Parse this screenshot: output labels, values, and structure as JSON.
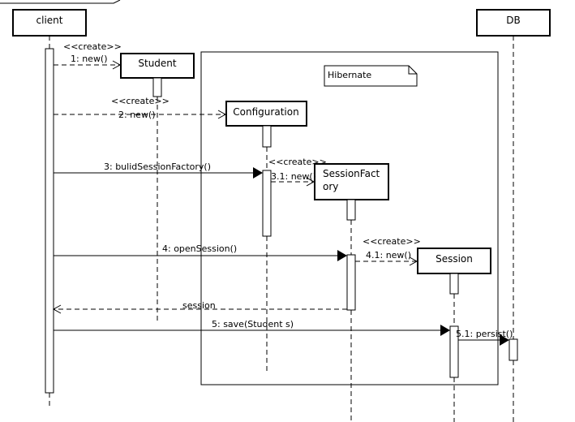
{
  "lifelines": {
    "client": "client",
    "db": "DB",
    "student": "Student",
    "configuration": "Configuration",
    "session_factory_line1": "SessionFact",
    "session_factory_line2": "ory",
    "session": "Session"
  },
  "frame": {
    "note": "Hibernate"
  },
  "messages": {
    "create_student_stereo": "<<create>>",
    "create_student": "1: new()",
    "create_config_stereo": "<<create>>",
    "create_config": "2: new()",
    "build_factory": "3: bulidSessionFactory()",
    "create_factory_stereo": "<<create>>",
    "create_factory": "3.1: new()",
    "open_session": "4: openSession()",
    "create_session_stereo": "<<create>>",
    "create_session": "4.1: new()",
    "return_session": "session",
    "save": "5: save(Student s)",
    "persist": "5.1: persist()"
  }
}
